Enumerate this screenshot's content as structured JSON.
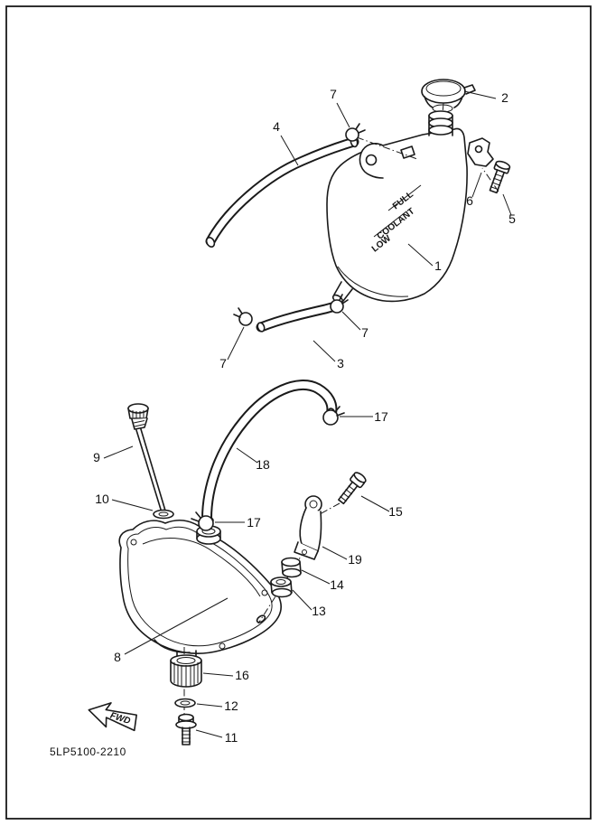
{
  "page": {
    "part_code": "5LP5100-2210",
    "fwd_label": "FWD"
  },
  "tank_text": {
    "full": "FULL",
    "coolant": "COOLANT",
    "low": "LOW"
  },
  "colors": {
    "line": "#1a1a1a",
    "background": "#ffffff"
  },
  "callouts": [
    {
      "id": "cap",
      "num": "2"
    },
    {
      "id": "clamp-top",
      "num": "7"
    },
    {
      "id": "hose-upper",
      "num": "4"
    },
    {
      "id": "bracket",
      "num": "6"
    },
    {
      "id": "bracket-bolt",
      "num": "5"
    },
    {
      "id": "coolant-tank",
      "num": "1"
    },
    {
      "id": "clamp-mid",
      "num": "7"
    },
    {
      "id": "clamp-left",
      "num": "7"
    },
    {
      "id": "hose-lower",
      "num": "3"
    },
    {
      "id": "clamp-18-top",
      "num": "17"
    },
    {
      "id": "dipstick",
      "num": "9"
    },
    {
      "id": "hose-18",
      "num": "18"
    },
    {
      "id": "gasket",
      "num": "10"
    },
    {
      "id": "stay-bolt",
      "num": "15"
    },
    {
      "id": "clamp-18-bottom",
      "num": "17"
    },
    {
      "id": "stay-bracket",
      "num": "19"
    },
    {
      "id": "joint-upper",
      "num": "14"
    },
    {
      "id": "joint-lower",
      "num": "13"
    },
    {
      "id": "oil-tank",
      "num": "8"
    },
    {
      "id": "damper",
      "num": "16"
    },
    {
      "id": "washer",
      "num": "12"
    },
    {
      "id": "drain-bolt",
      "num": "11"
    }
  ]
}
